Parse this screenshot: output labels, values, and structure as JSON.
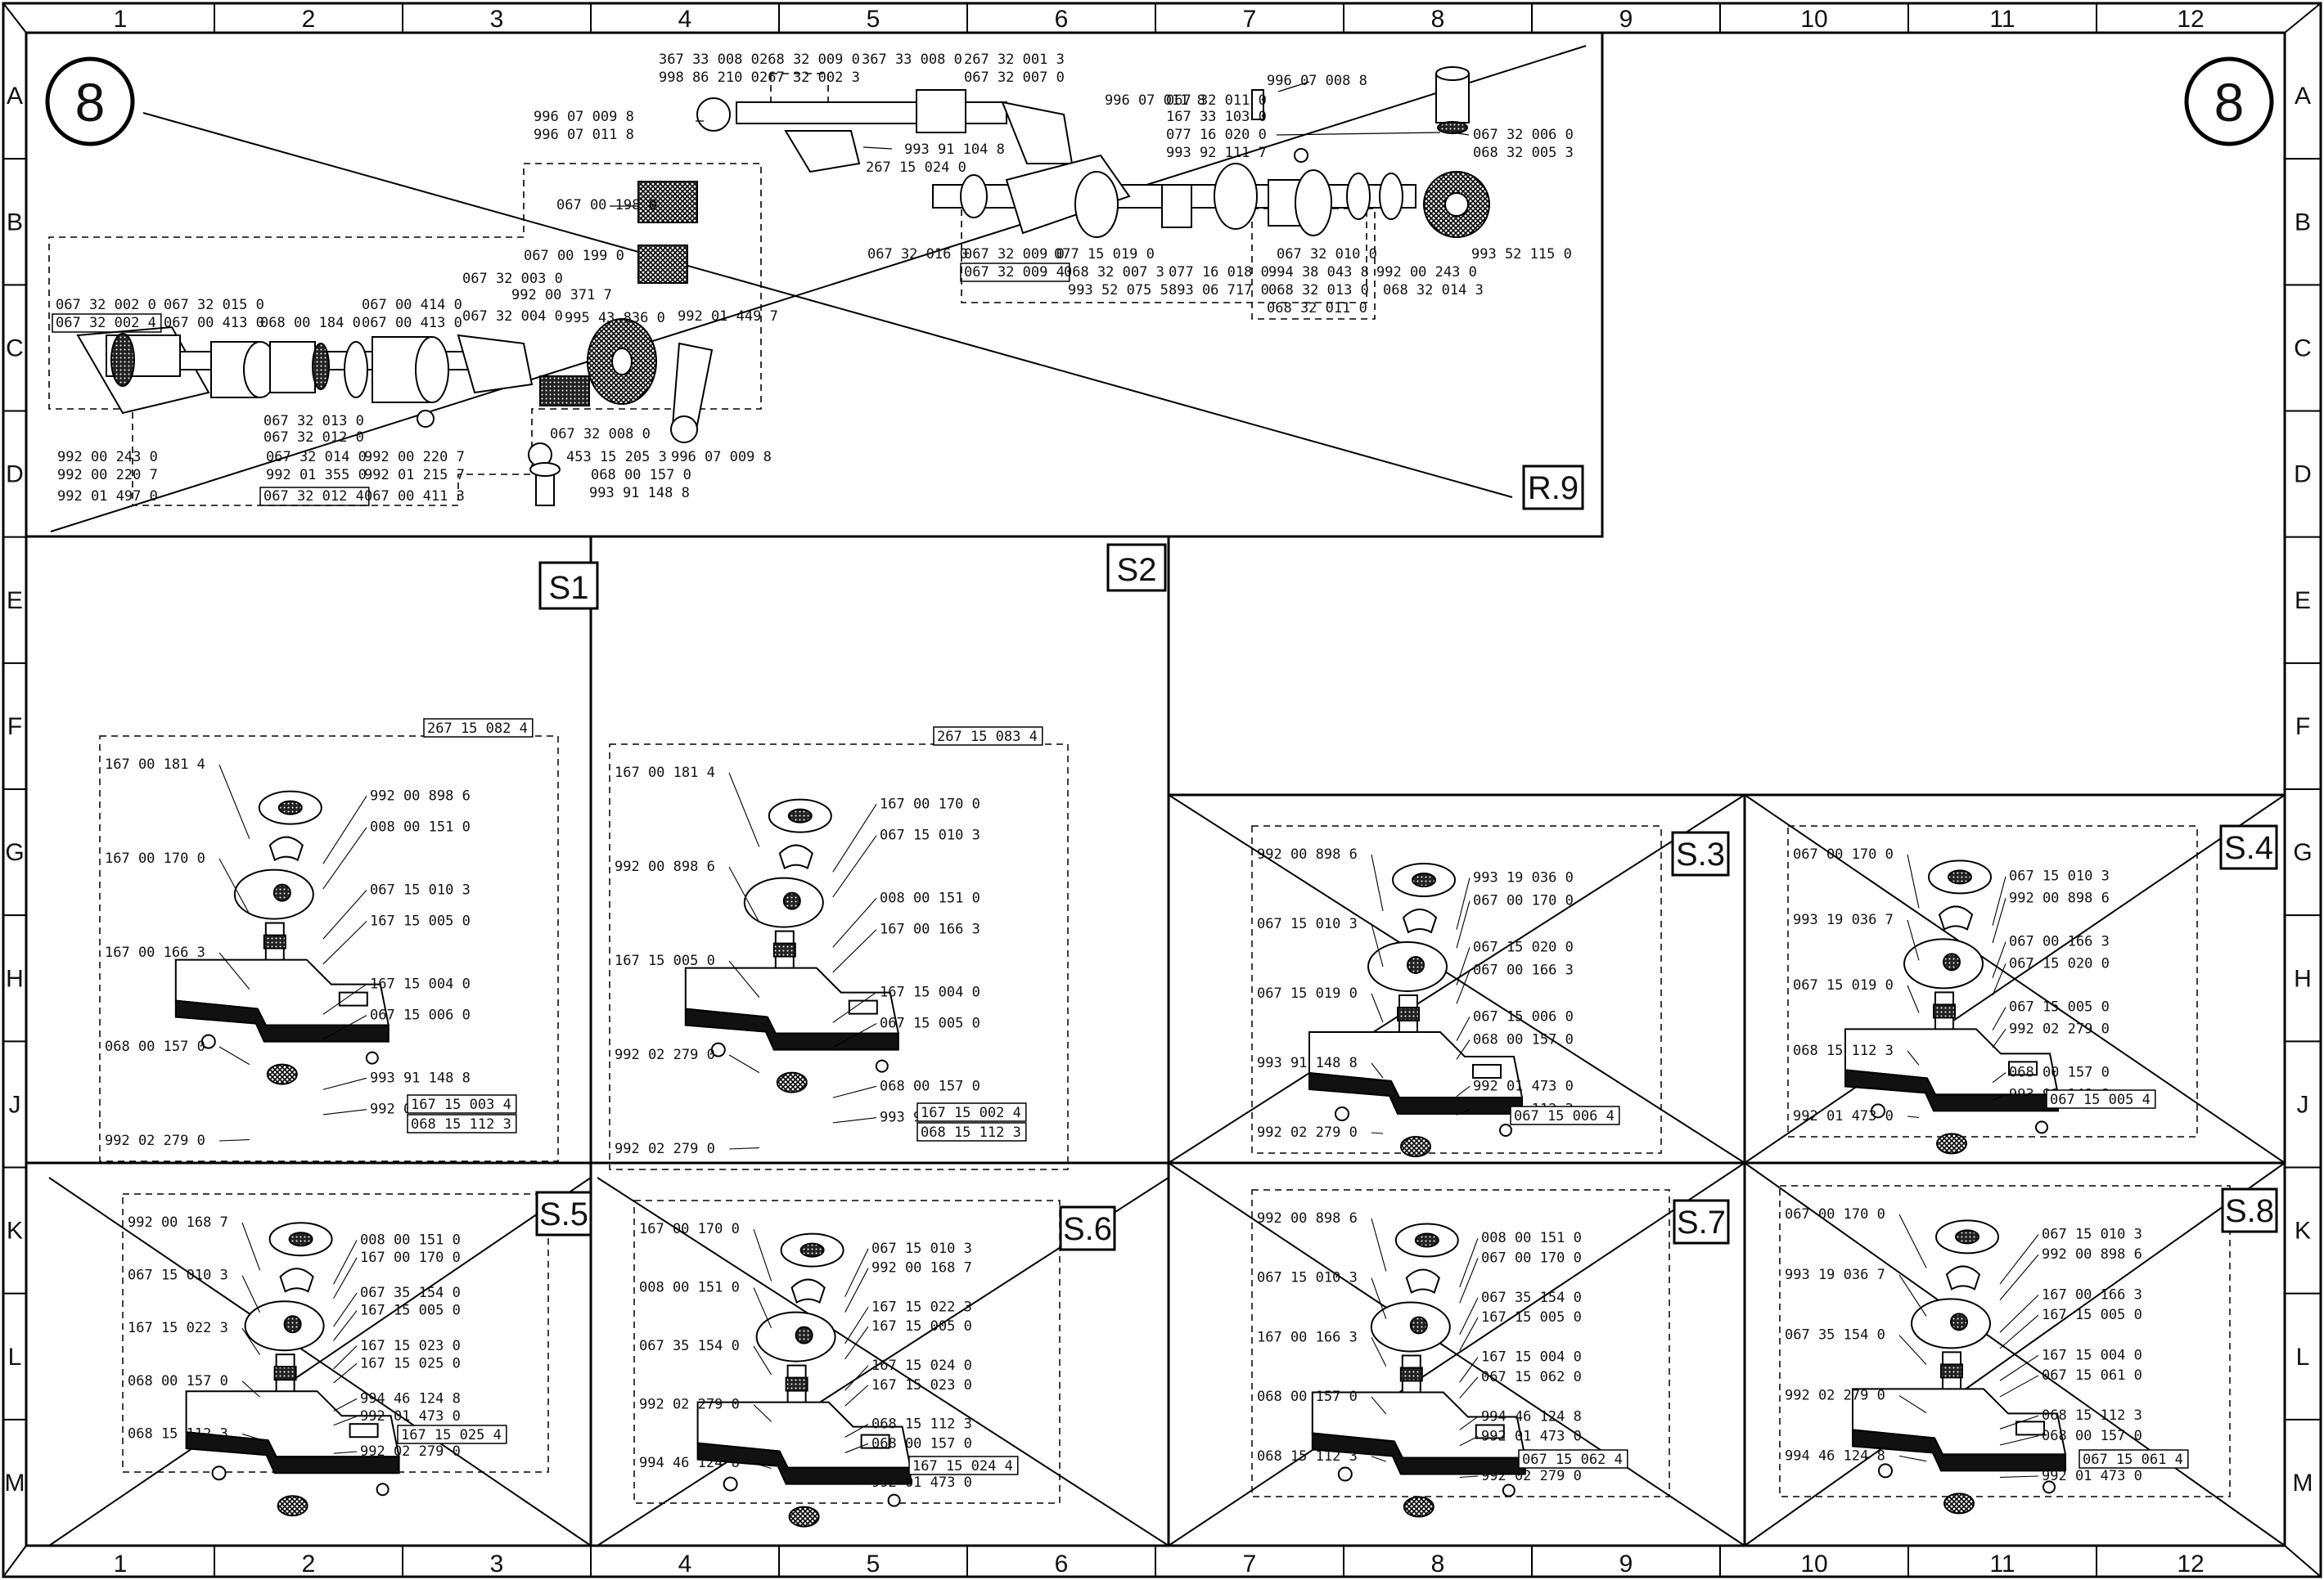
{
  "grid": {
    "columns": [
      "1",
      "2",
      "3",
      "4",
      "5",
      "6",
      "7",
      "8",
      "9",
      "10",
      "11",
      "12"
    ],
    "rows": [
      "A",
      "B",
      "C",
      "D",
      "E",
      "F",
      "G",
      "H",
      "J",
      "K",
      "L",
      "M"
    ]
  },
  "page_badge": "8",
  "panels": {
    "R9": {
      "id": "R.9",
      "labels": [
        "367 33 008 0",
        "998 86 210 0",
        "268 32 009 0",
        "267 32 002 3",
        "367 33 008 0",
        "267 32 001 3",
        "067 32 007 0",
        "996 07 009 8",
        "996 07 011 8",
        "993 91 104 8",
        "267 15 024 0",
        "996 07 011 8",
        "067 32 011 0",
        "167 33 103 0",
        "077 16 020 0",
        "993 92 111 7",
        "996 07 008 8",
        "067 32 006 0",
        "068 32 005 3",
        "067 00 198 0",
        "067 00 199 0",
        "067 32 003 0",
        "992 00 371 7",
        "067 32 004 0",
        "995 43 836 0",
        "992 01 449 7",
        "067 32 002 0",
        "067 32 015 0",
        "067 00 413 0",
        "068 00 184 0",
        "067 00 414 0",
        "067 00 413 0",
        "067 32 016 0",
        "067 32 009 0",
        "077 15 019 0",
        "068 32 007 3",
        "993 52 075 5",
        "077 16 018 0",
        "893 06 717 0",
        "994 38 043 8",
        "068 32 013 0",
        "068 32 011 0",
        "067 32 010 0",
        "992 00 243 0",
        "068 32 014 3",
        "993 52 115 0",
        "067 32 013 0",
        "067 32 012 0",
        "992 00 220 7",
        "067 32 014 0",
        "992 01 355 0",
        "992 01 215 7",
        "067 32 008 0",
        "453 15 205 3",
        "068 00 157 0",
        "993 91 148 8",
        "996 07 009 8",
        "992 00 243 0",
        "992 00 220 7",
        "992 01 497 0",
        "067 00 411 3"
      ],
      "boxed": [
        "067 32 002 4",
        "067 32 009 4",
        "067 32 012 4"
      ]
    },
    "S1": {
      "id": "S1",
      "labels": [
        "167 00 181 4",
        "992 00 898 6",
        "008 00 151 0",
        "167 00 170 0",
        "067 15 010 3",
        "167 15 005 0",
        "167 00 166 3",
        "167 15 004 0",
        "067 15 006 0",
        "068 00 157 0",
        "993 91 148 8",
        "992 02 279 0",
        "992 02 279 0"
      ],
      "boxed": [
        "267 15 082 4",
        "167 15 003 4",
        "068 15 112 3"
      ]
    },
    "S2": {
      "id": "S2",
      "labels": [
        "167 00 181 4",
        "167 00 170 0",
        "067 15 010 3",
        "992 00 898 6",
        "008 00 151 0",
        "167 00 166 3",
        "167 15 005 0",
        "167 15 004 0",
        "067 15 005 0",
        "992 02 279 0",
        "068 00 157 0",
        "993 91 148 8",
        "992 02 279 0"
      ],
      "boxed": [
        "267 15 083 4",
        "167 15 002 4",
        "068 15 112 3"
      ]
    },
    "S3": {
      "id": "S.3",
      "labels": [
        "992 00 898 6",
        "993 19 036 0",
        "067 00 170 0",
        "067 15 010 3",
        "067 15 020 0",
        "067 00 166 3",
        "067 15 019 0",
        "067 15 006 0",
        "068 00 157 0",
        "993 91 148 8",
        "992 01 473 0",
        "068 15 112 3",
        "992 02 279 0"
      ],
      "boxed": [
        "067 15 006 4"
      ]
    },
    "S4": {
      "id": "S.4",
      "labels": [
        "067 00 170 0",
        "067 15 010 3",
        "992 00 898 6",
        "993 19 036 7",
        "067 00 166 3",
        "067 15 020 0",
        "067 15 019 0",
        "067 15 005 0",
        "992 02 279 0",
        "068 15 112 3",
        "068 00 157 0",
        "993 91 148 8",
        "992 01 473 0"
      ],
      "boxed": [
        "067 15 005 4"
      ]
    },
    "S5": {
      "id": "S.5",
      "labels": [
        "992 00 168 7",
        "008 00 151 0",
        "167 00 170 0",
        "067 15 010 3",
        "067 35 154 0",
        "167 15 005 0",
        "167 15 022 3",
        "167 15 023 0",
        "167 15 025 0",
        "068 00 157 0",
        "994 46 124 8",
        "992 01 473 0",
        "068 15 112 3",
        "992 02 279 0"
      ],
      "boxed": [
        "167 15 025 4"
      ]
    },
    "S6": {
      "id": "S.6",
      "labels": [
        "167 00 170 0",
        "067 15 010 3",
        "992 00 168 7",
        "008 00 151 0",
        "167 15 022 3",
        "167 15 005 0",
        "067 35 154 0",
        "167 15 024 0",
        "167 15 023 0",
        "992 02 279 0",
        "068 15 112 3",
        "068 00 157 0",
        "994 46 124 8",
        "992 01 473 0"
      ],
      "boxed": [
        "167 15 024 4"
      ]
    },
    "S7": {
      "id": "S.7",
      "labels": [
        "992 00 898 6",
        "008 00 151 0",
        "067 00 170 0",
        "067 15 010 3",
        "067 35 154 0",
        "167 15 005 0",
        "167 00 166 3",
        "167 15 004 0",
        "067 15 062 0",
        "068 00 157 0",
        "994 46 124 8",
        "992 01 473 0",
        "068 15 112 3",
        "992 02 279 0"
      ],
      "boxed": [
        "067 15 062 4"
      ]
    },
    "S8": {
      "id": "S.8",
      "labels": [
        "067 00 170 0",
        "067 15 010 3",
        "992 00 898 6",
        "993 19 036 7",
        "167 00 166 3",
        "167 15 005 0",
        "067 35 154 0",
        "167 15 004 0",
        "067 15 061 0",
        "992 02 279 0",
        "068 15 112 3",
        "068 00 157 0",
        "994 46 124 8",
        "992 01 473 0"
      ],
      "boxed": [
        "067 15 061 4"
      ]
    }
  }
}
